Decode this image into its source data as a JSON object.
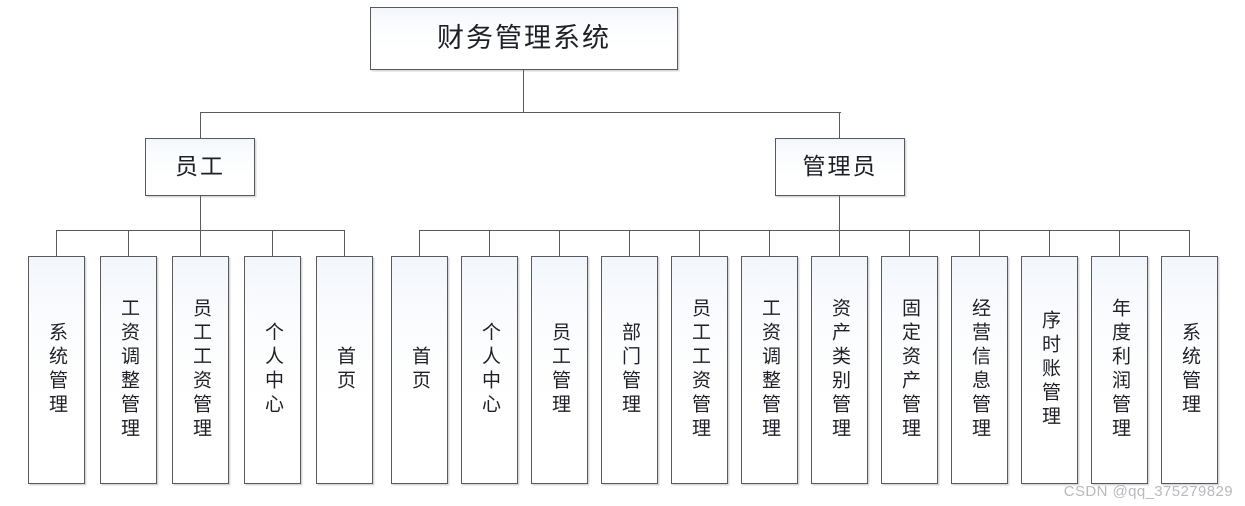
{
  "diagram": {
    "title": "财务管理系统",
    "watermark": "CSDN @qq_375279829",
    "root": {
      "label": "财务管理系统"
    },
    "branches": [
      {
        "label": "员工"
      },
      {
        "label": "管理员"
      }
    ],
    "employee_leaves": [
      {
        "label": "系统管理"
      },
      {
        "label": "工资调整管理"
      },
      {
        "label": "员工工资管理"
      },
      {
        "label": "个人中心"
      },
      {
        "label": "首页"
      }
    ],
    "admin_leaves": [
      {
        "label": "首页"
      },
      {
        "label": "个人中心"
      },
      {
        "label": "员工管理"
      },
      {
        "label": "部门管理"
      },
      {
        "label": "员工工资管理"
      },
      {
        "label": "工资调整管理"
      },
      {
        "label": "资产类别管理"
      },
      {
        "label": "固定资产管理"
      },
      {
        "label": "经营信息管理"
      },
      {
        "label": "序时账管理"
      },
      {
        "label": "年度利润管理"
      },
      {
        "label": "系统管理"
      }
    ],
    "colors": {
      "border": "#595959",
      "box_fill": "#ffffff",
      "box_tint": "#f2f6fc",
      "text": "#1f1f28",
      "watermark": "#b9b9bf"
    }
  }
}
